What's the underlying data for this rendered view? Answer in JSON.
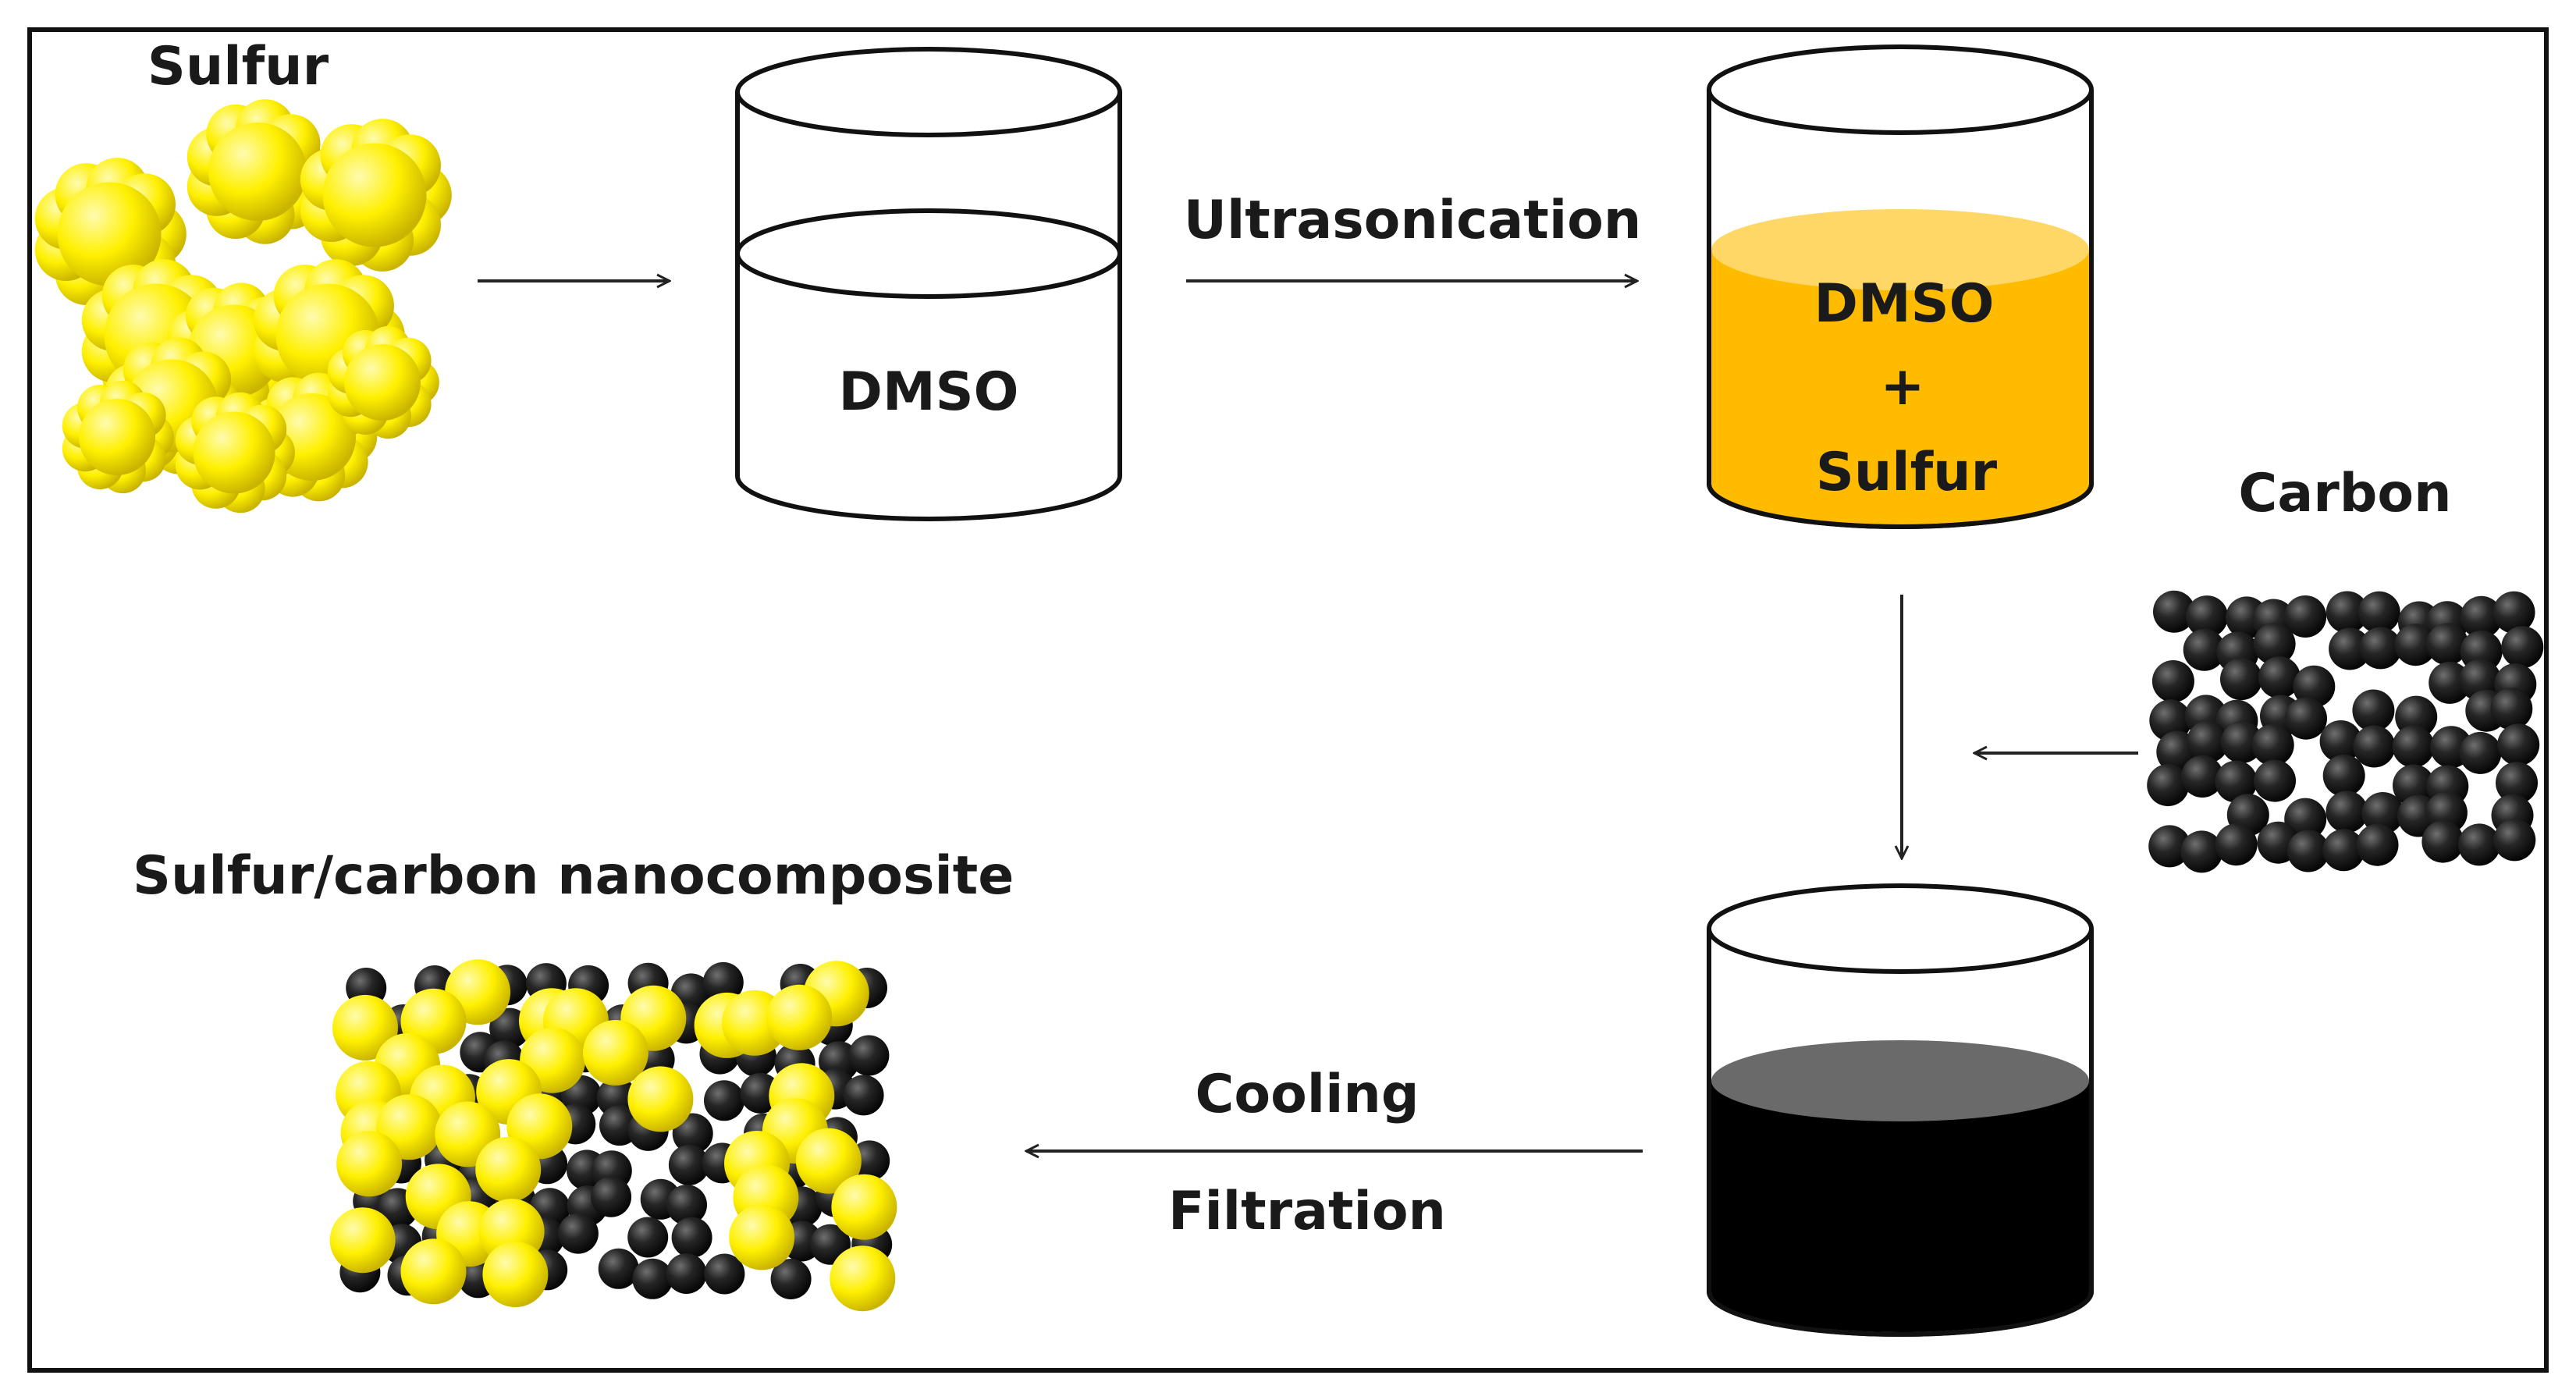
{
  "labels": {
    "sulfur": "Sulfur",
    "dmso": "DMSO",
    "ultrasonication": "Ultrasonication",
    "solution_line1": "DMSO",
    "solution_plus": "+",
    "solution_line2": "Sulfur",
    "carbon": "Carbon",
    "composite": "Sulfur/carbon nanocomposite",
    "cooling": "Cooling",
    "filtration": "Filtration"
  },
  "colors": {
    "sulfur": "#ffee00",
    "sulfur_dark": "#c9b800",
    "carbon": "#1c1c1c",
    "solution": "#ffbb00",
    "solution_top": "#ffd766",
    "mixture": "#000000",
    "mixture_top": "#6a6a6a"
  }
}
